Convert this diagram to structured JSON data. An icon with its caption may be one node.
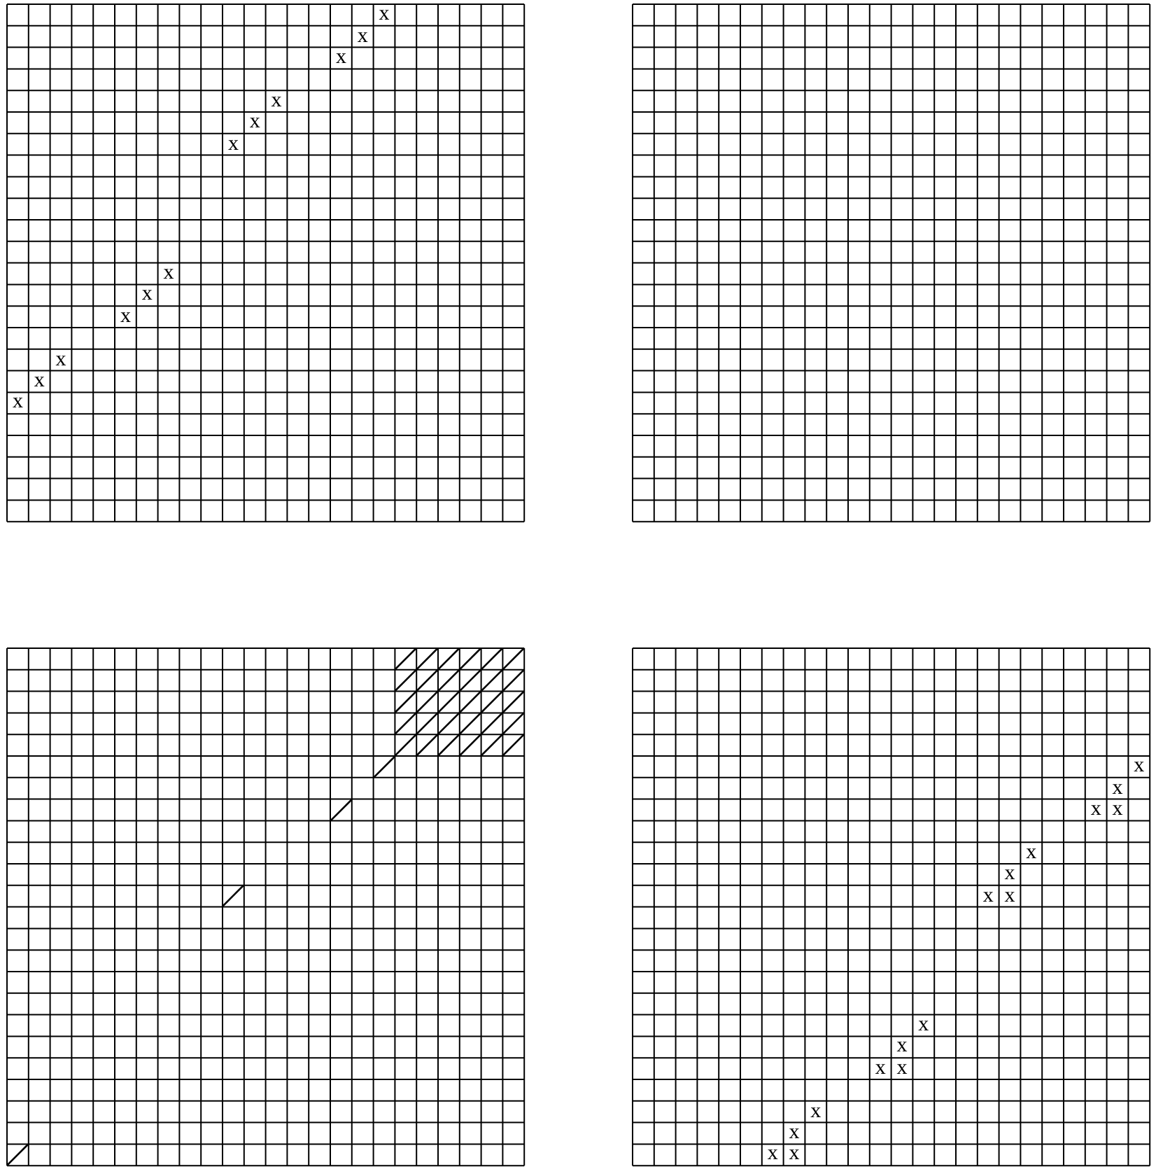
{
  "diagram": {
    "labels": [
      "x",
      "x",
      "x",
      "x",
      "x",
      "x",
      "x",
      "x",
      "x",
      "x",
      "x",
      "x",
      "x",
      "x",
      "x",
      "x",
      "x",
      "x",
      "x",
      "x",
      "x",
      "x",
      "x",
      "x",
      "x",
      "x",
      "x",
      "x"
    ]
  }
}
